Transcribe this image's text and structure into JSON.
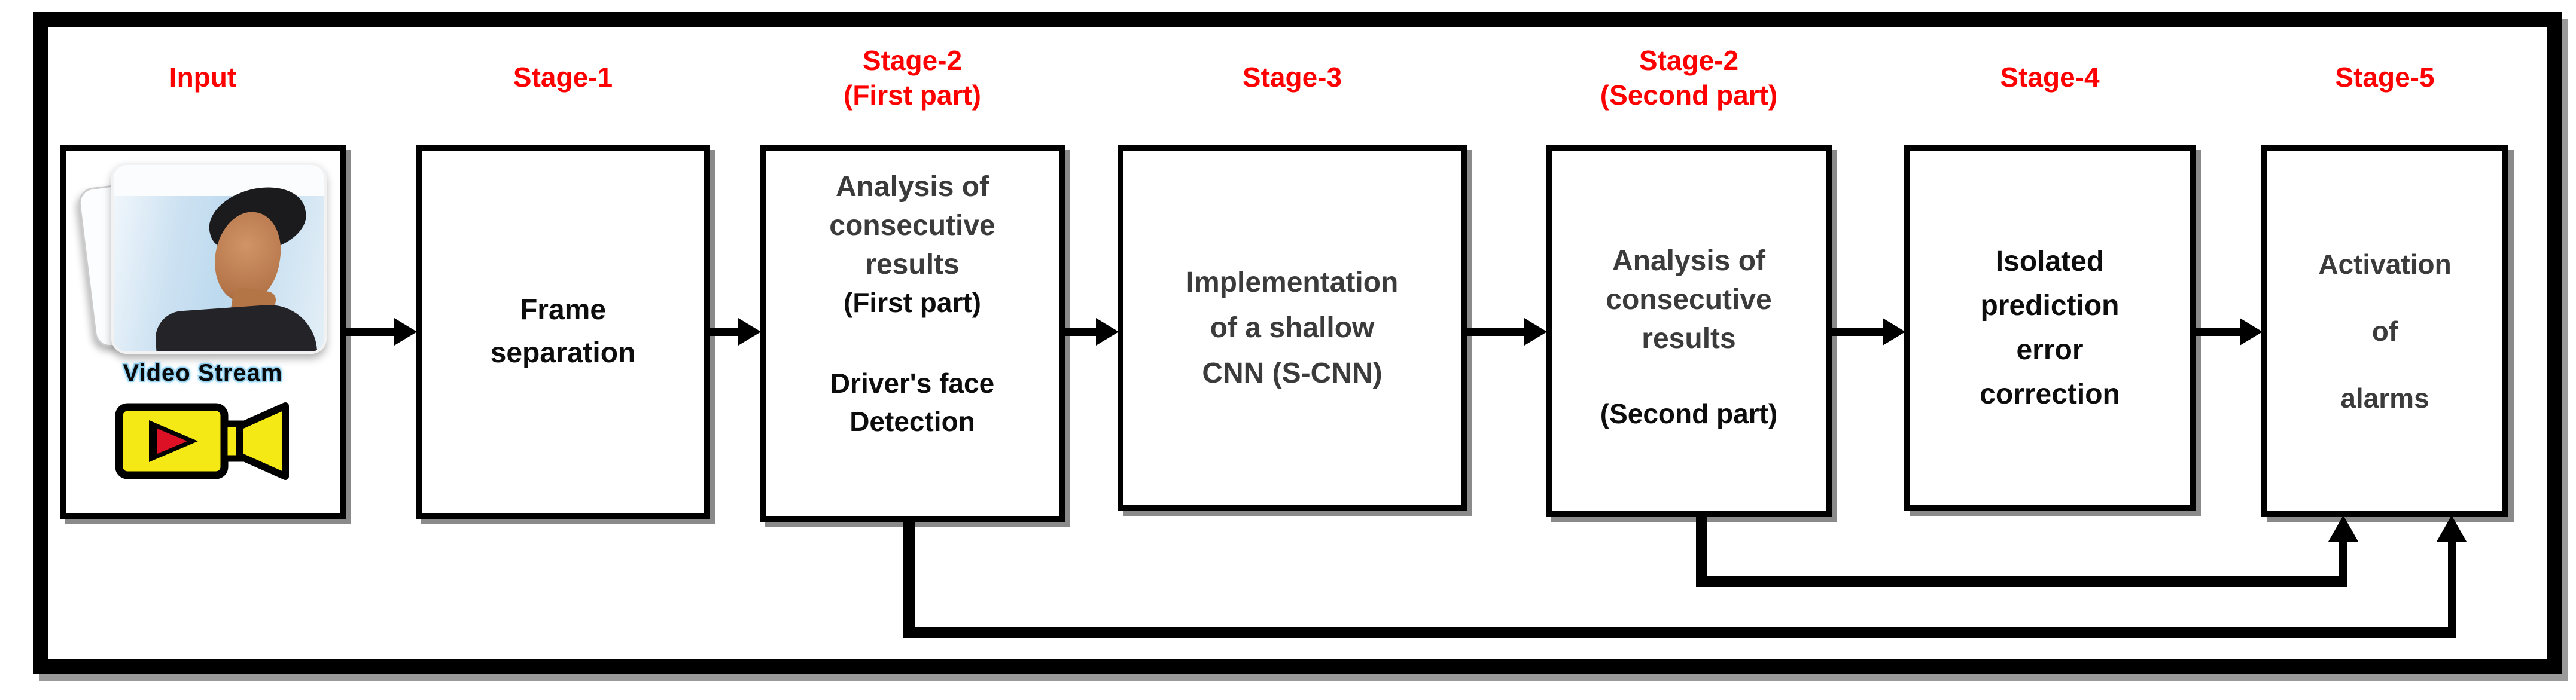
{
  "figure": {
    "type": "flow-diagram"
  },
  "nodes": {
    "input": {
      "stage_label": "Input",
      "caption": "Video Stream",
      "photo": "driver-face-photo",
      "icon": "video-camera-icon"
    },
    "stage1": {
      "stage_label": "Stage-1",
      "lines": [
        "Frame",
        "separation"
      ]
    },
    "stage2_first": {
      "stage_label_lines": [
        "Stage-2",
        "(First part)"
      ],
      "gray_lines": [
        "Analysis of",
        "consecutive",
        "results"
      ],
      "emphasis_line": "(First part)",
      "black_lines": [
        "Driver's face",
        "Detection"
      ]
    },
    "stage3": {
      "stage_label": "Stage-3",
      "gray_lines": [
        "Implementation",
        "of a shallow",
        "CNN (S-CNN)"
      ]
    },
    "stage2_second": {
      "stage_label_lines": [
        "Stage-2",
        "(Second part)"
      ],
      "gray_lines": [
        "Analysis of",
        "consecutive",
        "results"
      ],
      "emphasis_line": "(Second part)"
    },
    "stage4": {
      "stage_label": "Stage-4",
      "lines": [
        "Isolated",
        "prediction",
        "error",
        "correction"
      ]
    },
    "stage5": {
      "stage_label": "Stage-5",
      "lines": [
        "Activation",
        "of",
        "alarms"
      ]
    }
  },
  "connections": {
    "main_flow": [
      "input -> stage1",
      "stage1 -> stage2_first",
      "stage2_first -> stage3",
      "stage3 -> stage2_second",
      "stage2_second -> stage4",
      "stage4 -> stage5"
    ],
    "feedback": [
      "stage2_first -> stage5 (bottom entry, long loop)",
      "stage2_second -> stage5 (bottom entry, short loop)"
    ]
  },
  "colors": {
    "stage_label_red": "#ff0000",
    "line_black": "#000000",
    "box_shadow_gray": "#8a8a8a",
    "camera_body_yellow": "#f5e915",
    "play_triangle_red": "#dd1126",
    "caption_halo_blue": "#7ec8ef"
  }
}
